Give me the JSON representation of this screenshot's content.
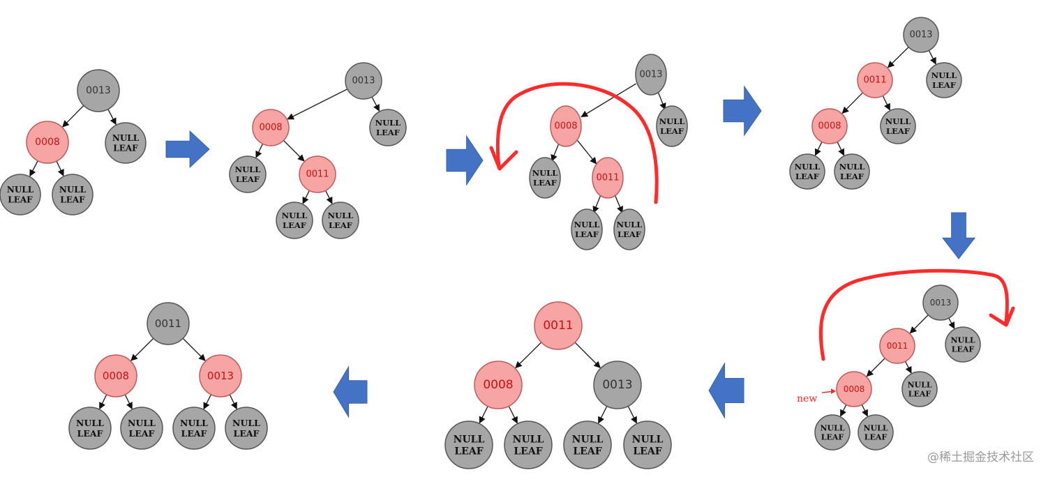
{
  "colors": {
    "black_fill": "#a6a6a6",
    "red_fill": "#f6a4a4",
    "red_text": "#cc1111",
    "stroke": "#555555",
    "arrow_blue": "#4472c4",
    "annotation_red": "#ff2a2a"
  },
  "labels": {
    "leaf_line1": "NULL",
    "leaf_line2": "LEAF",
    "new_marker": "new",
    "watermark": "@稀土掘金技术社区"
  },
  "stages": [
    {
      "nodes": [
        {
          "key": "0013",
          "color": "black"
        },
        {
          "key": "0008",
          "color": "red"
        }
      ]
    },
    {
      "nodes": [
        {
          "key": "0013",
          "color": "black"
        },
        {
          "key": "0008",
          "color": "red"
        },
        {
          "key": "0011",
          "color": "red"
        }
      ]
    },
    {
      "nodes": [
        {
          "key": "0013",
          "color": "black"
        },
        {
          "key": "0008",
          "color": "red"
        },
        {
          "key": "0011",
          "color": "red"
        }
      ],
      "annotation": "rotate-left"
    },
    {
      "nodes": [
        {
          "key": "0013",
          "color": "black"
        },
        {
          "key": "0011",
          "color": "red"
        },
        {
          "key": "0008",
          "color": "red"
        }
      ]
    },
    {
      "nodes": [
        {
          "key": "0013",
          "color": "black"
        },
        {
          "key": "0011",
          "color": "red"
        },
        {
          "key": "0008",
          "color": "red"
        }
      ],
      "annotation": "rotate-right",
      "new_node": "0008"
    },
    {
      "nodes": [
        {
          "key": "0011",
          "color": "red"
        },
        {
          "key": "0008",
          "color": "red"
        },
        {
          "key": "0013",
          "color": "black"
        }
      ]
    },
    {
      "nodes": [
        {
          "key": "0011",
          "color": "black"
        },
        {
          "key": "0008",
          "color": "red"
        },
        {
          "key": "0013",
          "color": "red"
        }
      ]
    }
  ],
  "flow_arrows": [
    "right",
    "right",
    "right",
    "down",
    "left",
    "left"
  ]
}
